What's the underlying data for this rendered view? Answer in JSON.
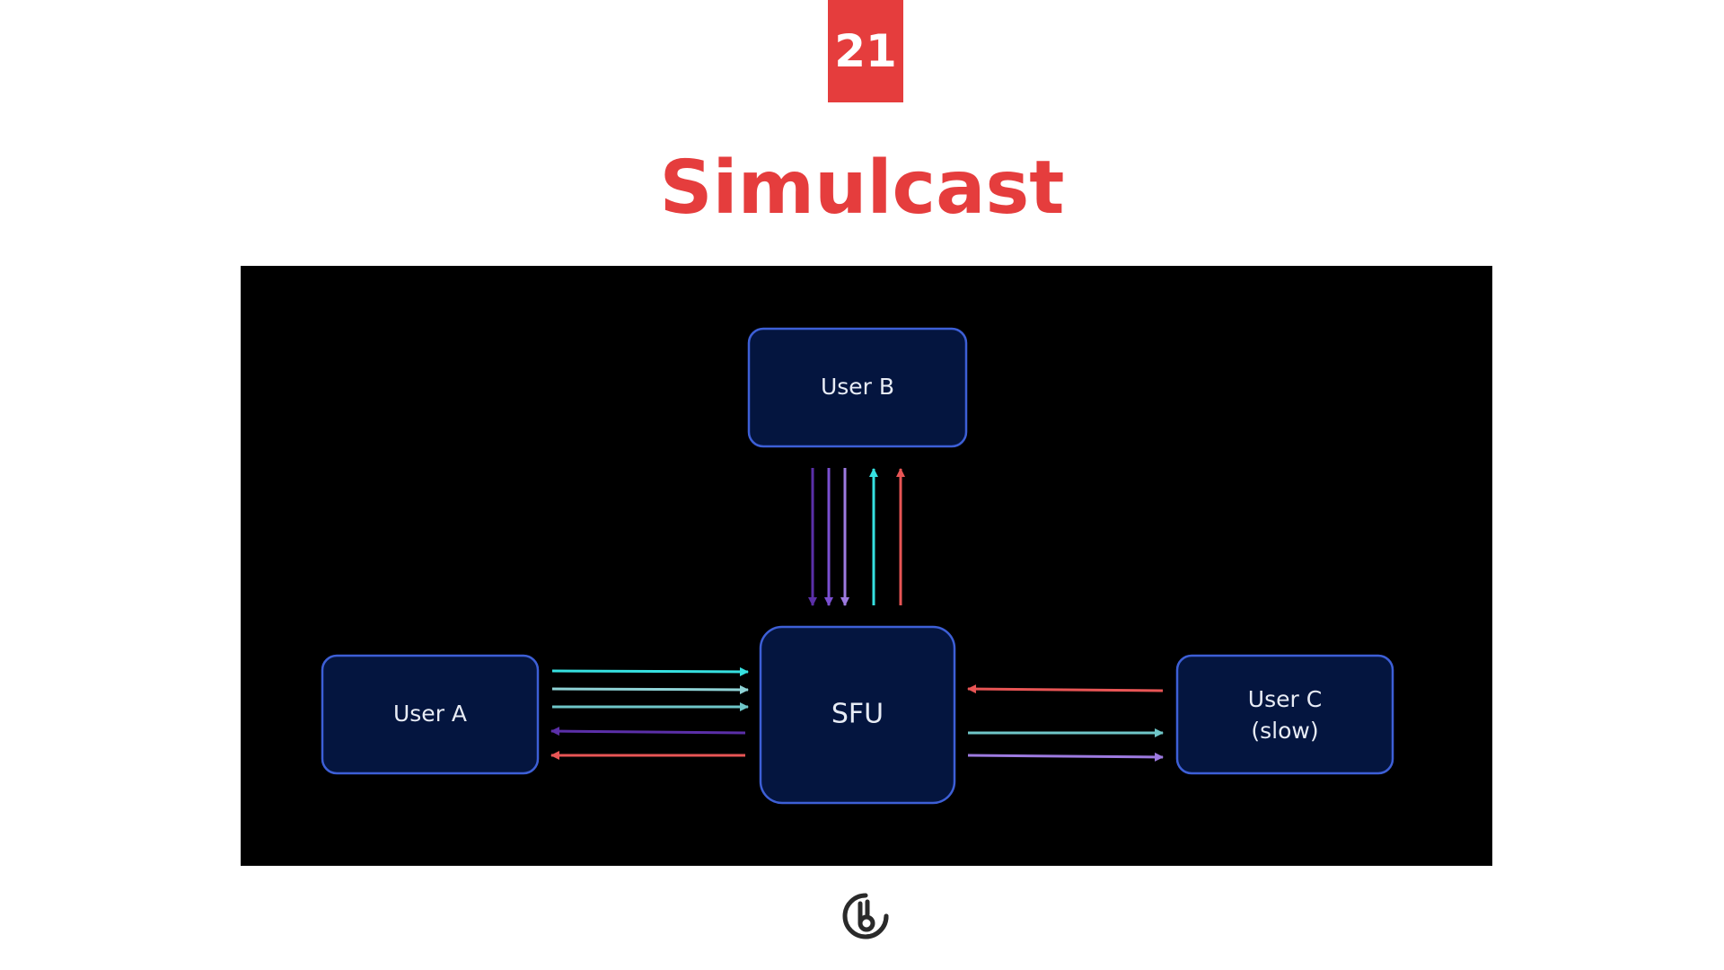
{
  "slide": {
    "number": "21",
    "title": "Simulcast"
  },
  "diagram": {
    "nodes": {
      "user_a": "User A",
      "user_b": "User B",
      "sfu": "SFU",
      "user_c_line1": "User C",
      "user_c_line2": "(slow)"
    },
    "edge_colors": {
      "cyan": "#36e0e0",
      "light_teal": "#8fd3d6",
      "teal": "#6fc6c8",
      "purple_dark": "#5b2fa8",
      "purple": "#7a4fd0",
      "lavender": "#9d7ae0",
      "red": "#e85555"
    }
  },
  "logo": {
    "icon": "brand-logo-icon"
  }
}
